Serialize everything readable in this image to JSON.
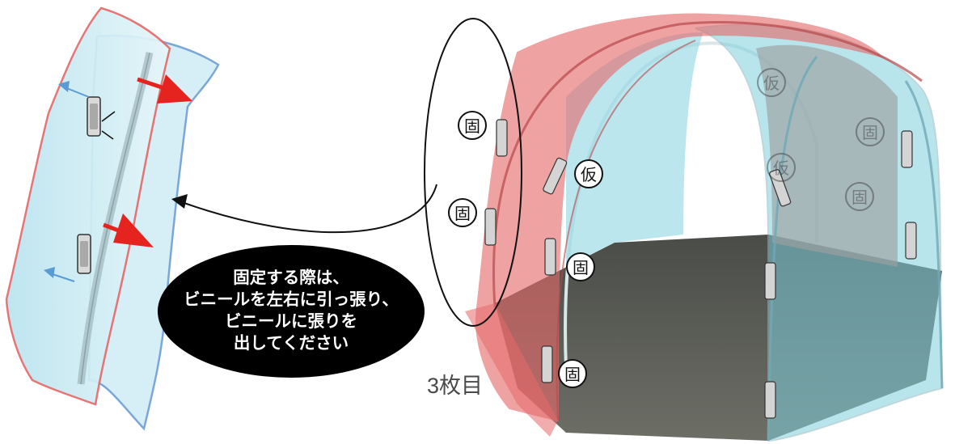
{
  "callout": {
    "lines": [
      "固定する際は、",
      "ビニールを左右に引っ張り、",
      "ビニールに張りを",
      "出してください"
    ]
  },
  "sheet_label": "3枚目",
  "markers": {
    "fixed": "固",
    "temporary": "仮"
  },
  "colors": {
    "red_film": "#e66a6a",
    "blue_film": "#8fd3e0",
    "arrow_red": "#e52420",
    "arrow_blue": "#5b9bd5",
    "callout_bg": "#000000"
  }
}
